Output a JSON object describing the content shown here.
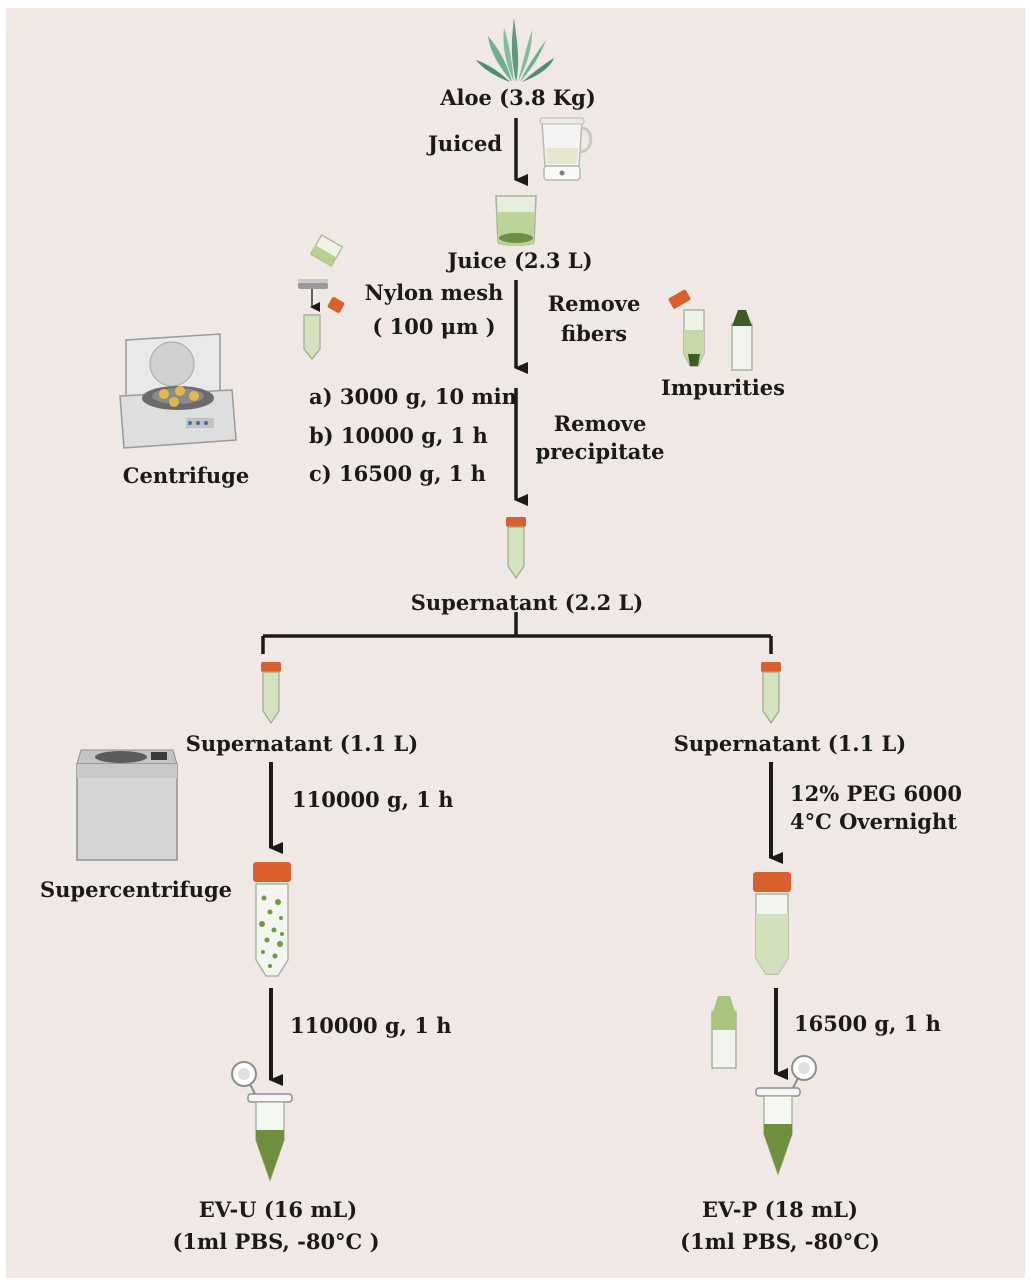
{
  "labels": {
    "aloe": "Aloe (3.8 Kg)",
    "juiced": "Juiced",
    "juice": "Juice (2.3 L)",
    "nylon_mesh": "Nylon mesh",
    "mesh_size": "( 100 μm )",
    "remove_fibers_1": "Remove",
    "remove_fibers_2": "fibers",
    "impurities": "Impurities",
    "step_a": "a) 3000 g, 10 min",
    "step_b": "b) 10000 g, 1 h",
    "step_c": "c) 16500 g, 1 h",
    "remove_precipitate_1": "Remove",
    "remove_precipitate_2": "precipitate",
    "centrifuge": "Centrifuge",
    "supernatant_total": "Supernatant (2.2 L)",
    "supernatant_left": "Supernatant (1.1 L)",
    "supernatant_right": "Supernatant (1.1 L)",
    "left_step1": "110000 g, 1 h",
    "supercentrifuge": "Supercentrifuge",
    "left_step2": "110000 g, 1 h",
    "right_step1_1": "12% PEG 6000",
    "right_step1_2": "4°C Overnight",
    "right_step2": "16500 g, 1 h",
    "ev_u_1": "EV-U (16 mL)",
    "ev_u_2": "(1ml PBS, -80°C )",
    "ev_p_1": "EV-P (18 mL)",
    "ev_p_2": "(1ml PBS, -80°C)"
  },
  "icons": {
    "plant": "aloe-plant-icon",
    "juicer": "juicer-icon",
    "beaker": "beaker-icon",
    "filter": "filter-icon",
    "centrifuge": "centrifuge-icon",
    "supercentrifuge": "supercentrifuge-icon",
    "tube": "conical-tube-icon",
    "microtube": "microcentrifuge-tube-icon"
  },
  "colors": {
    "background": "#efe8e5",
    "cap": "#d9602c",
    "liquid_light": "#cfdcb6",
    "liquid_dark": "#5f7d3a",
    "plant": "#6aa38a",
    "arrow": "#1a1a1a"
  }
}
